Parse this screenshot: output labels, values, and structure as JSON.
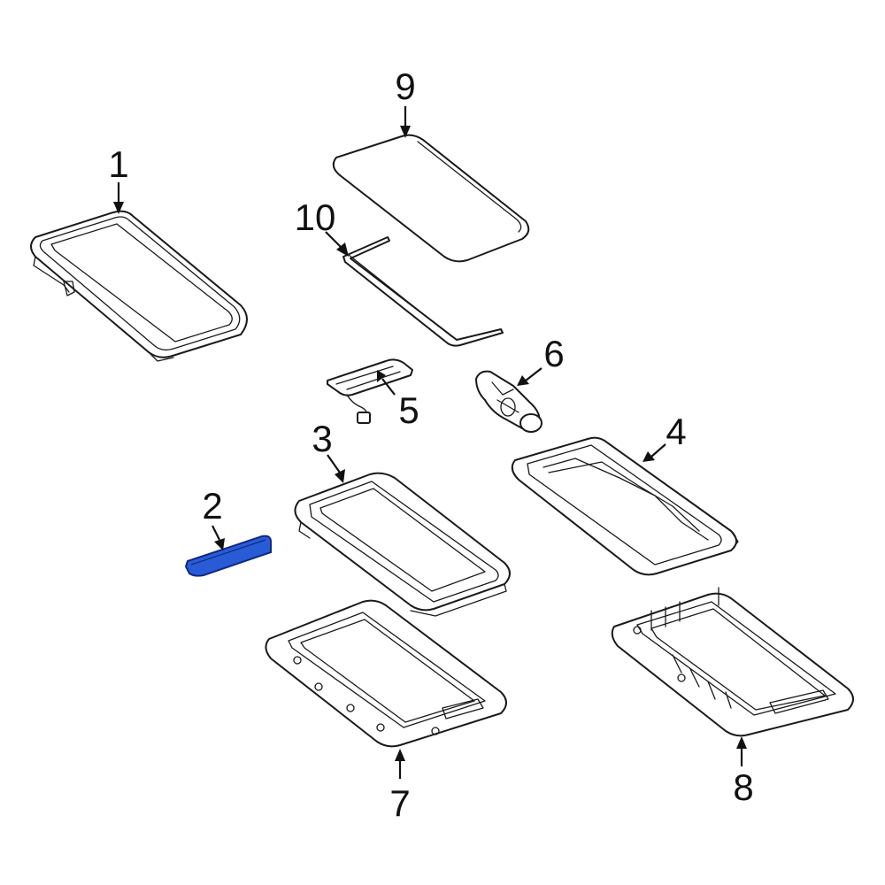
{
  "colors": {
    "line": "#1a1a1a",
    "highlight_fill": "#2a5bd7",
    "highlight_stroke": "#0e2a80",
    "background": "#ffffff"
  },
  "callouts": {
    "c1": "1",
    "c2": "2",
    "c3": "3",
    "c4": "4",
    "c5": "5",
    "c6": "6",
    "c7": "7",
    "c8": "8",
    "c9": "9",
    "c10": "10"
  }
}
